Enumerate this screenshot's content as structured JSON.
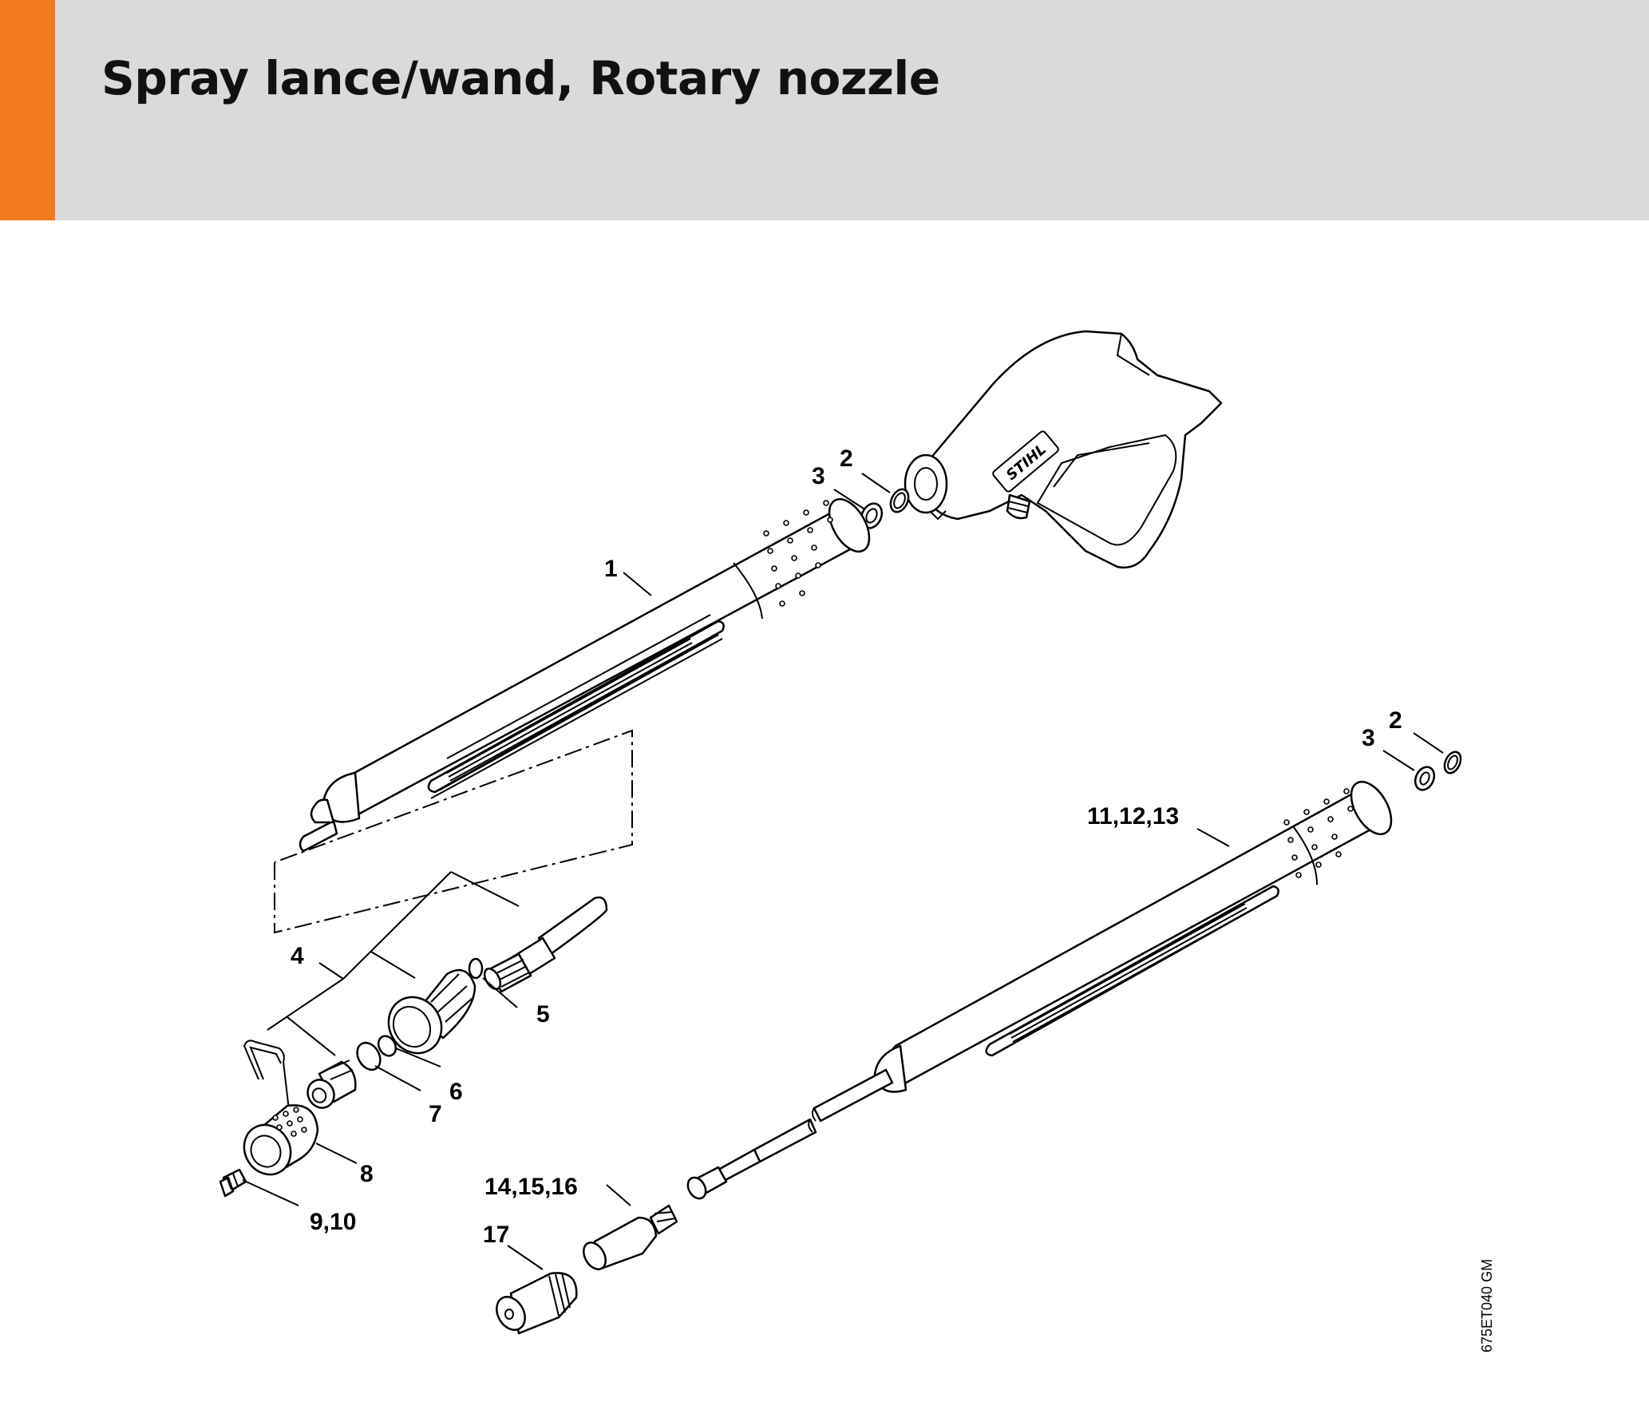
{
  "header": {
    "title": "Spray lance/wand, Rotary nozzle",
    "accent_color": "#f37a1f",
    "background_color": "#dadada"
  },
  "callouts": {
    "c1": "1",
    "c2_top": "2",
    "c3_top": "3",
    "c2_right": "2",
    "c3_right": "3",
    "c4": "4",
    "c5": "5",
    "c6": "6",
    "c7": "7",
    "c8": "8",
    "c9_10": "9,10",
    "c11_12_13": "11,12,13",
    "c14_15_16": "14,15,16",
    "c17": "17"
  },
  "gun_logo": "STIHL",
  "drawing_code": "675ET040 GM"
}
